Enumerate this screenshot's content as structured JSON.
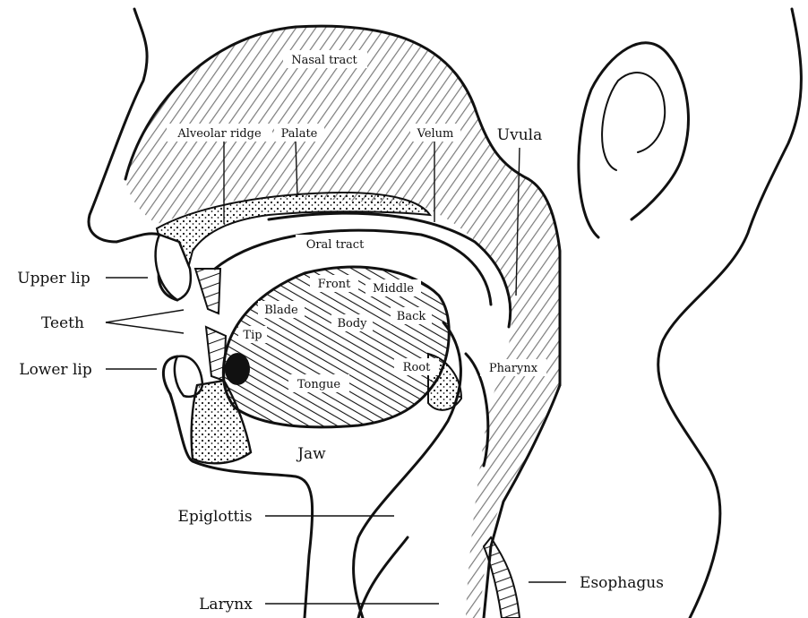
{
  "diagram": {
    "labels": {
      "nasal_tract": "Nasal tract",
      "alveolar_ridge": "Alveolar ridge",
      "palate": "Palate",
      "velum": "Velum",
      "uvula": "Uvula",
      "oral_tract": "Oral tract",
      "upper_lip": "Upper lip",
      "teeth": "Teeth",
      "lower_lip": "Lower lip",
      "front": "Front",
      "middle": "Middle",
      "blade": "Blade",
      "body": "Body",
      "back": "Back",
      "tip": "Tip",
      "root": "Root",
      "tongue": "Tongue",
      "pharynx": "Pharynx",
      "jaw": "Jaw",
      "epiglottis": "Epiglottis",
      "larynx": "Larynx",
      "esophagus": "Esophagus"
    },
    "colors": {
      "ink": "#111111",
      "paper": "#ffffff"
    }
  }
}
